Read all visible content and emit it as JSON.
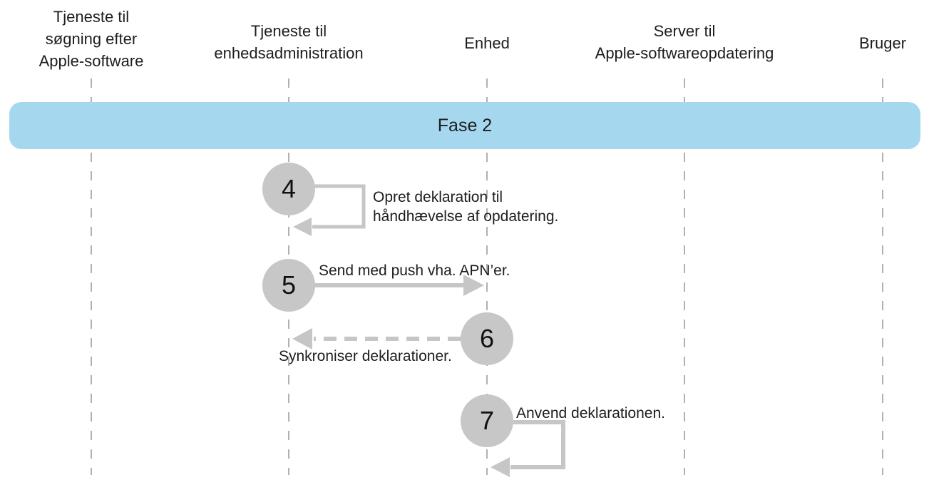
{
  "phase_banner": {
    "label": "Fase 2"
  },
  "actors": [
    {
      "id": "apple-software-lookup-service",
      "lines": [
        "Tjeneste til",
        "søgning efter",
        "Apple-software"
      ]
    },
    {
      "id": "device-management-service",
      "lines": [
        "Tjeneste til",
        "enhedsadministration"
      ]
    },
    {
      "id": "device",
      "lines": [
        "Enhed"
      ]
    },
    {
      "id": "apple-software-update-server",
      "lines": [
        "Server til",
        "Apple-softwareopdatering"
      ]
    },
    {
      "id": "user",
      "lines": [
        "Bruger"
      ]
    }
  ],
  "steps": [
    {
      "number": "4",
      "label": "Opret deklaration til håndhævelse af opdatering.",
      "arrow_style": "self-loop",
      "from": "Tjeneste til enhedsadministration",
      "to": "Tjeneste til enhedsadministration"
    },
    {
      "number": "5",
      "label": "Send med push vha. APN’er.",
      "arrow_style": "solid",
      "from": "Tjeneste til enhedsadministration",
      "to": "Enhed"
    },
    {
      "number": "6",
      "label": "Synkroniser deklarationer.",
      "arrow_style": "dashed",
      "from": "Enhed",
      "to": "Tjeneste til enhedsadministration"
    },
    {
      "number": "7",
      "label": "Anvend deklarationen.",
      "arrow_style": "self-loop",
      "from": "Enhed",
      "to": "Enhed"
    }
  ],
  "colors": {
    "banner_blue": "#a5d8ef",
    "circle_gray": "#c7c7c7",
    "arrow_gray": "#c6c6c6",
    "lifeline_gray": "#b1b1b1",
    "text": "#1d1d1f"
  }
}
